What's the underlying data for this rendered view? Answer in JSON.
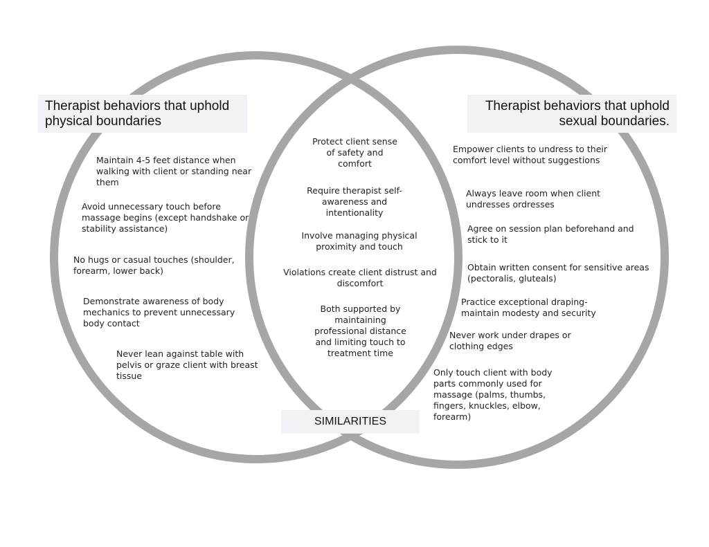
{
  "colors": {
    "circle_stroke": "#a6a6a6",
    "label_background": "#f1f2f6",
    "text": "#222222"
  },
  "left": {
    "title": "Therapist behaviors that uphold physical boundaries",
    "items": [
      "Maintain 4-5 feet distance when walking with client or standing near them",
      "Avoid unnecessary touch before massage begins (except handshake or stability assistance)",
      "No hugs or casual touches (shoulder, forearm, lower back)",
      "Demonstrate awareness of body mechanics to prevent unnecessary body contact",
      "Never lean against table with pelvis or graze client with breast tissue"
    ]
  },
  "center": {
    "label": "SIMILARITIES",
    "items": [
      "Protect client sense of safety and comfort",
      "Require therapist self-awareness and intentionality",
      "Involve managing physical proximity and touch",
      "Violations create client distrust and discomfort",
      "Both supported by maintaining professional distance and limiting touch to treatment time"
    ]
  },
  "right": {
    "title": "Therapist behaviors that uphold sexual boundaries.",
    "items": [
      "Empower clients to undress to their comfort level without suggestions",
      "Always leave room when client undresses ordresses",
      "Agree on session plan beforehand and stick to it",
      "Obtain written consent for sensitive areas (pectoralis, gluteals)",
      "Practice exceptional draping-maintain modesty and security",
      "Never work under drapes or clothing edges",
      "Only touch client with body parts commonly used for massage (palms, thumbs, fingers, knuckles, elbow, forearm)"
    ]
  }
}
